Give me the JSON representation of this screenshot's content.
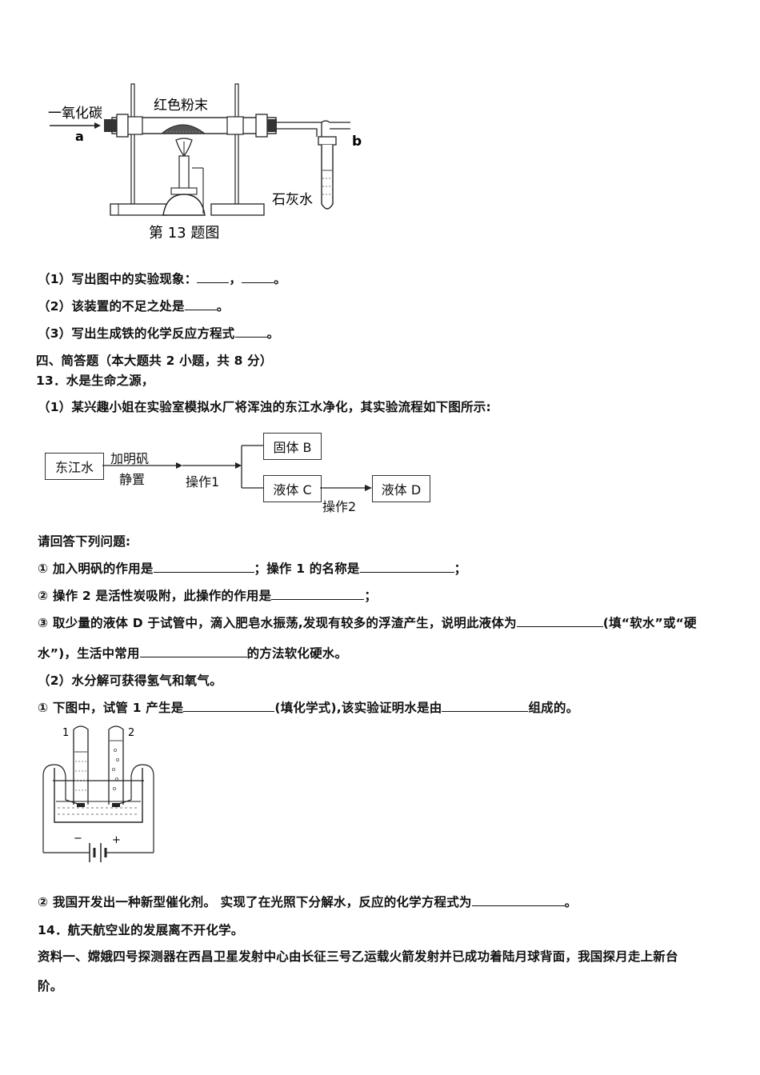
{
  "figure13": {
    "co_label": "一氧化碳",
    "red_powder": "红色粉末",
    "limewater": "石灰水",
    "point_a": "a",
    "point_b": "b",
    "caption": "第 13 题图"
  },
  "q_prev": {
    "l1": "（1）写出图中的实验现象：",
    "l1_sep": "，",
    "l1_end": "。",
    "l2": "（2）该装置的不足之处是",
    "l2_end": "。",
    "l3": "（3）写出生成铁的化学反应方程式",
    "l3_end": "。"
  },
  "section4": "四、简答题（本大题共 2 小题，共 8 分）",
  "q13": {
    "title": "13．水是生命之源，",
    "p1": "（1）某兴趣小姐在实验室模拟水厂将浑浊的东江水净化，其实验流程如下图所示:",
    "flow": {
      "dongjiang": "东江水",
      "add_alum": "加明矾",
      "settle": "静置",
      "op1": "操作1",
      "solid_b": "固体 B",
      "liquid_c": "液体 C",
      "op2": "操作2",
      "liquid_d": "液体 D"
    },
    "answer_prompt": "请回答下列问题:",
    "s1_a": "① 加入明矾的作用是",
    "s1_b": "；操作 1 的名称是",
    "s1_end": "；",
    "s2_a": "② 操作 2 是活性炭吸附，此操作的作用是",
    "s2_end": "；",
    "s3_a": "③ 取少量的液体 D 于试管中，滴入肥皂水振荡,发现有较多的浮渣产生，说明此液体为",
    "s3_b": "(填“软水”或“硬",
    "s3_c": "水”)，生活中常用",
    "s3_d": "的方法软化硬水。",
    "p2": "（2）水分解可获得氢气和氧气。",
    "e1_a": "① 下图中，试管 1 产生是",
    "e1_b": "(填化学式),该实验证明水是由",
    "e1_c": "组成的。",
    "tube1": "1",
    "tube2": "2",
    "minus": "−",
    "plus": "+",
    "e2_a": "② 我国开发出一种新型催化剂。 实现了在光照下分解水，反应的化学方程式为",
    "e2_end": "。"
  },
  "q14": {
    "title": "14．航天航空业的发展离不开化学。",
    "m1_a": "资料一、嫦娥四号探测器在西昌卫星发射中心由长征三号乙运载火箭发射并已成功着陆月球背面，我国探月走上新台",
    "m1_b": "阶。"
  }
}
